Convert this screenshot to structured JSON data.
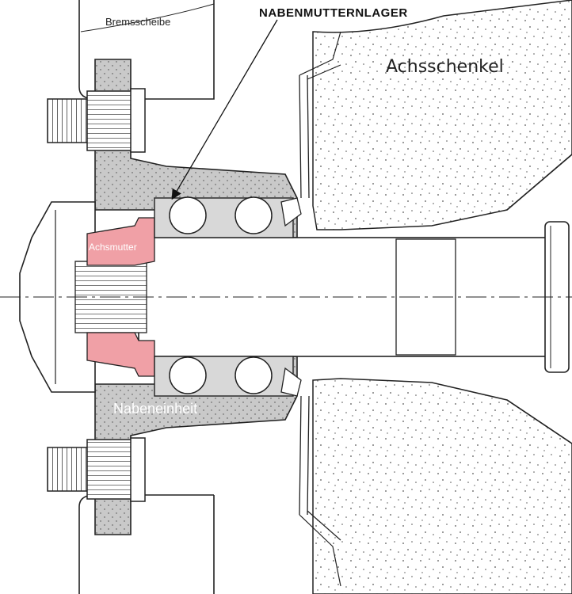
{
  "diagram": {
    "labels": {
      "brake_disc": "Bremsscheibe",
      "hub_nut_bearing": "NABENMUTTERNLAGER",
      "steering_knuckle": "Achsschenkel",
      "axle_nut": "Achsmutter",
      "hub_unit": "Nabeneinheit"
    },
    "colors": {
      "line": "#222222",
      "hub_fill": "#c9c9c9",
      "highlight": "#f0a0a6",
      "knuckle_stipple": "#555555",
      "white_text": "#ffffff"
    }
  }
}
